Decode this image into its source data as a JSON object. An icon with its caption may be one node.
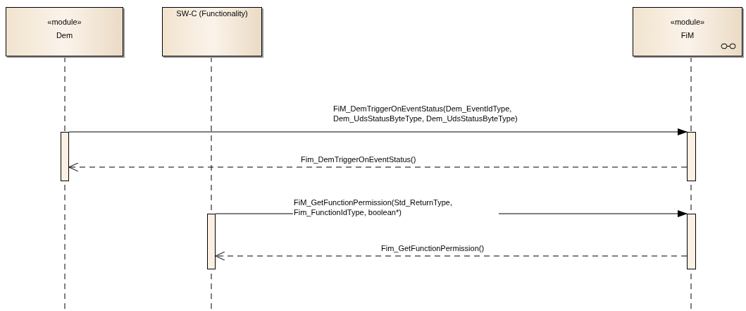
{
  "diagram": {
    "nodes": [
      {
        "text": [
          "«module»",
          "Dem"
        ]
      },
      {
        "text": [
          "SW-C (Functionality)"
        ]
      },
      {
        "text": [
          "«module»",
          "FiM"
        ]
      },
      {
        "text": [],
        "shape": "bar"
      },
      {
        "text": [],
        "shape": "bar"
      },
      {
        "text": [],
        "shape": "bar"
      },
      {
        "text": [],
        "shape": "bar"
      }
    ],
    "edges": [
      {
        "from": 3,
        "to": 4,
        "arrow": "to",
        "label": "FiM_DemTriggerOnEventStatus(Dem_EventIdType, Dem_UdsStatusByteType, Dem_UdsStatusByteType)"
      },
      {
        "from": 4,
        "to": 3,
        "arrow": "to",
        "style": "dashed",
        "label": "Fim_DemTriggerOnEventStatus()"
      },
      {
        "from": 5,
        "to": 6,
        "arrow": "to",
        "label": "FiM_GetFunctionPermission(Std_ReturnType, Fim_FunctionIdType, boolean*)"
      },
      {
        "from": 6,
        "to": 5,
        "arrow": "to",
        "style": "dashed",
        "label": "Fim_GetFunctionPermission()"
      }
    ]
  }
}
